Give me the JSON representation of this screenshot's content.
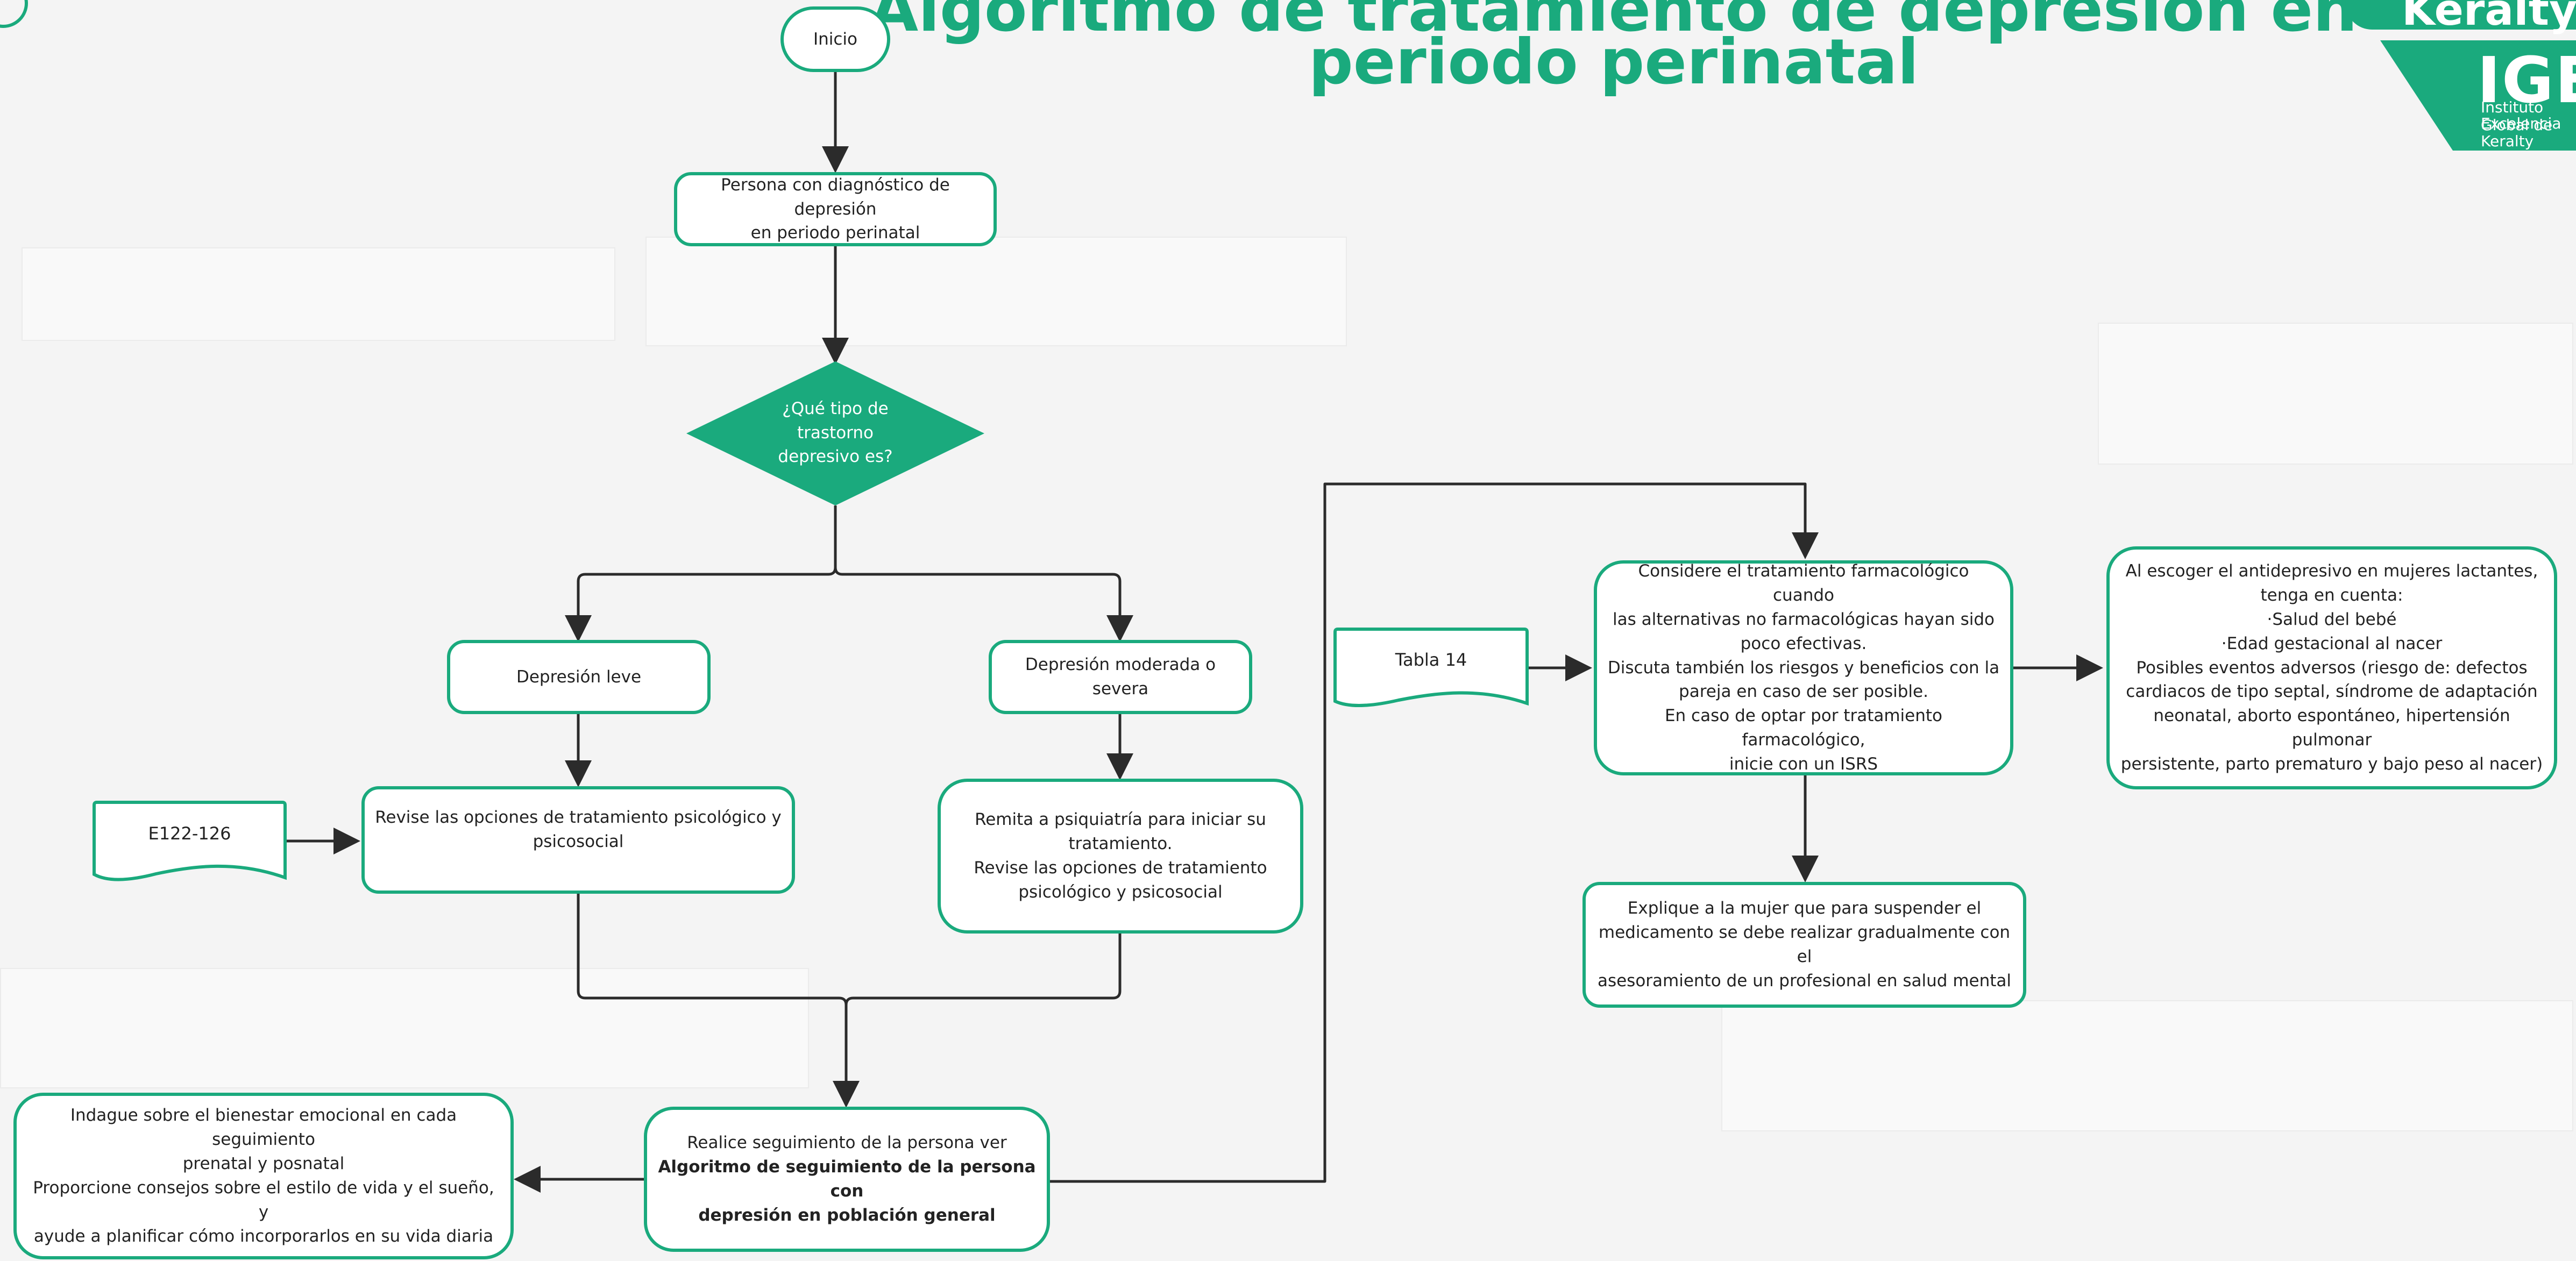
{
  "title": {
    "line1": "Algoritmo de tratamiento de depresión en",
    "line2": "periodo perinatal"
  },
  "logo": {
    "brand": "Keralty",
    "acronym": "IGE",
    "subtitle_1": "Instituto Global de",
    "subtitle_2": "Excelencia Keralty",
    "color": "#1aaa7d"
  },
  "flow": {
    "start": "Inicio",
    "diagnosis": "Persona con diagnóstico de depresión\nen periodo perinatal",
    "decision": "¿Qué tipo de\ntrastorno\ndepresivo es?",
    "mild": "Depresión leve",
    "moderate": "Depresión moderada o severa",
    "mild_action": "Revise las opciones de tratamiento psicológico y\npsicosocial",
    "moderate_action": "Remita a psiquiatría para iniciar su\ntratamiento.\nRevise las opciones de tratamiento\npsicológico y psicosocial",
    "ref_e122": "E122-126",
    "followup_prefix": "Realice seguimiento de la persona ver",
    "followup_bold": "Algoritmo de seguimiento de la persona con\ndepresión en población general",
    "wellbeing": "Indague sobre el bienestar emocional en cada seguimiento\nprenatal y posnatal\nProporcione consejos sobre el estilo de vida y el sueño, y\nayude a planificar cómo incorporarlos en su vida diaria",
    "ref_tabla14": "Tabla 14",
    "pharma": "Considere el tratamiento farmacológico cuando\nlas alternativas no farmacológicas hayan sido\npoco efectivas.\nDiscuta  también los riesgos y beneficios con la\npareja en caso de ser posible.\nEn caso de optar por tratamiento farmacológico,\ninicie con un ISRS",
    "lactating": "Al escoger el antidepresivo en mujeres lactantes,\ntenga en cuenta:\n·Salud del bebé\n·Edad gestacional al nacer\nPosibles eventos adversos (riesgo de: defectos\ncardiacos de tipo septal, síndrome de adaptación\nneonatal, aborto espontáneo, hipertensión pulmonar\npersistente, parto prematuro y bajo peso al nacer)",
    "suspend": "Explique a la mujer que para suspender el\nmedicamento se debe realizar gradualmente con el\nasesoramiento de un profesional en salud mental"
  },
  "colors": {
    "accent": "#1aaa7d",
    "connector": "#2b2b2b",
    "background": "#f4f4f4"
  }
}
